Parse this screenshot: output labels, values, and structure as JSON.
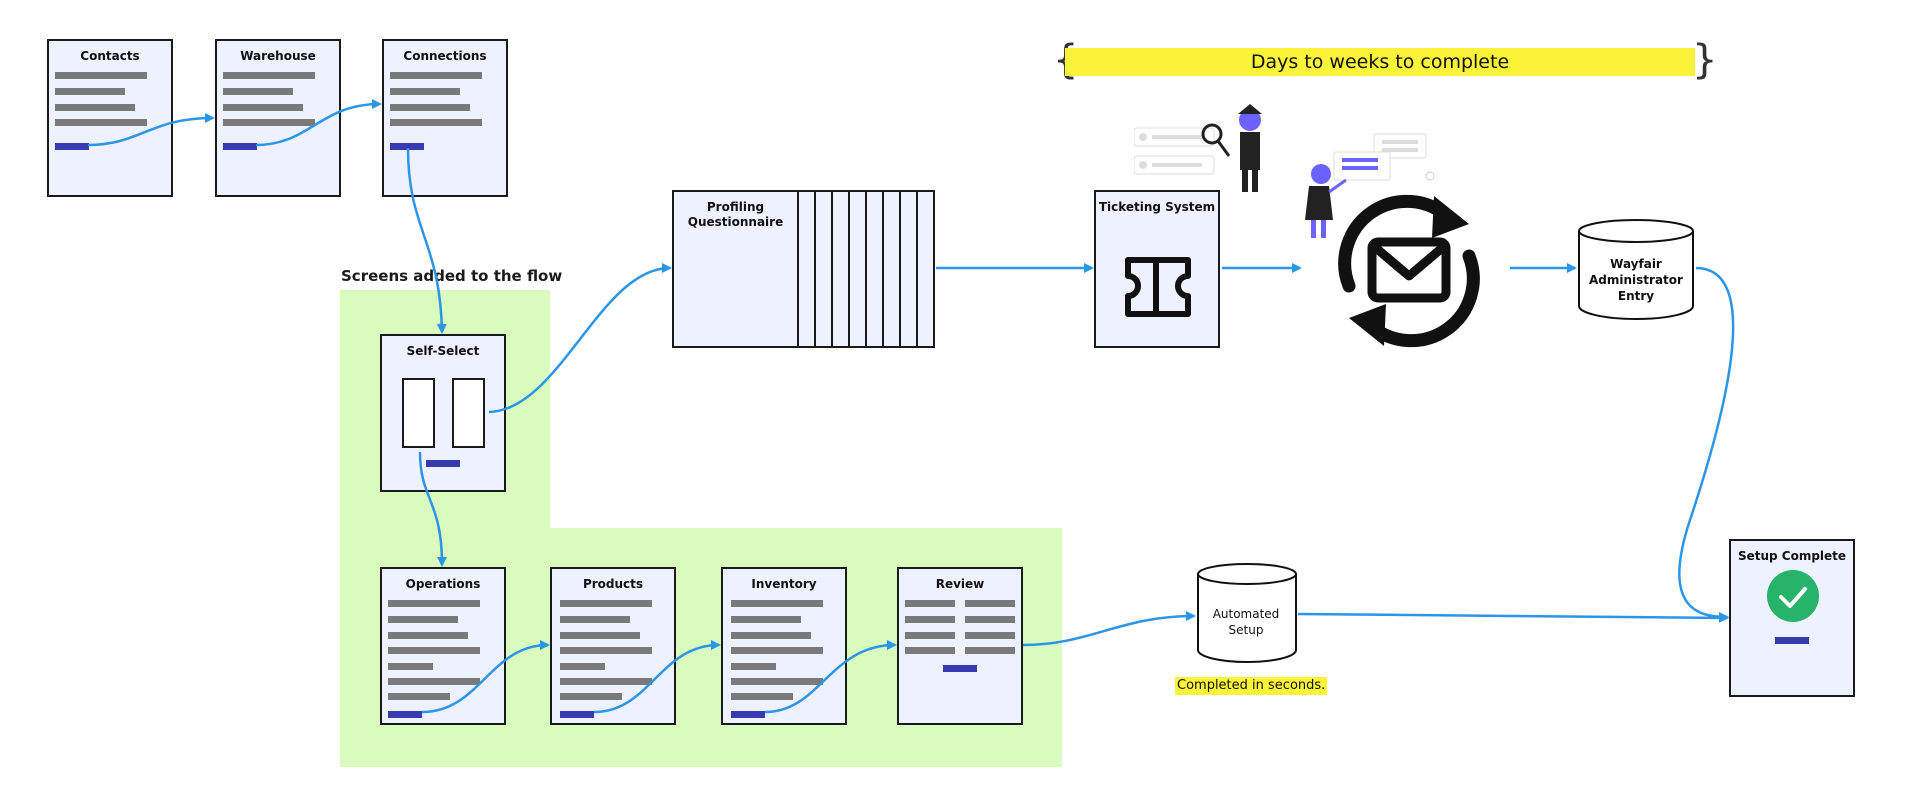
{
  "colors": {
    "accent": "#2b95e8",
    "card_bg": "#eef1ff",
    "green_zone": "#d9fbbd",
    "highlight": "#fbf33a",
    "blue_bar": "#3a3ab0",
    "check": "#27b36a"
  },
  "cards": {
    "contacts": "Contacts",
    "warehouse": "Warehouse",
    "connections": "Connections",
    "self_select": "Self-Select",
    "operations": "Operations",
    "products": "Products",
    "inventory": "Inventory",
    "review": "Review",
    "profiling": "Profiling\nQuestionnaire",
    "ticketing": "Ticketing System",
    "setup_complete": "Setup Complete"
  },
  "labels": {
    "screens_added": "Screens added to the flow",
    "days_to_weeks": "Days to weeks to complete",
    "completed_in_seconds": "Completed in seconds."
  },
  "databases": {
    "wayfair": "Wayfair\nAdministrator\nEntry",
    "automated": "Automated\nSetup"
  },
  "icons": {
    "ticketing": "ticket-icon",
    "sync": "sync-mail-icon",
    "complete": "checkmark-circle-icon",
    "people": "support-people-illustration"
  }
}
